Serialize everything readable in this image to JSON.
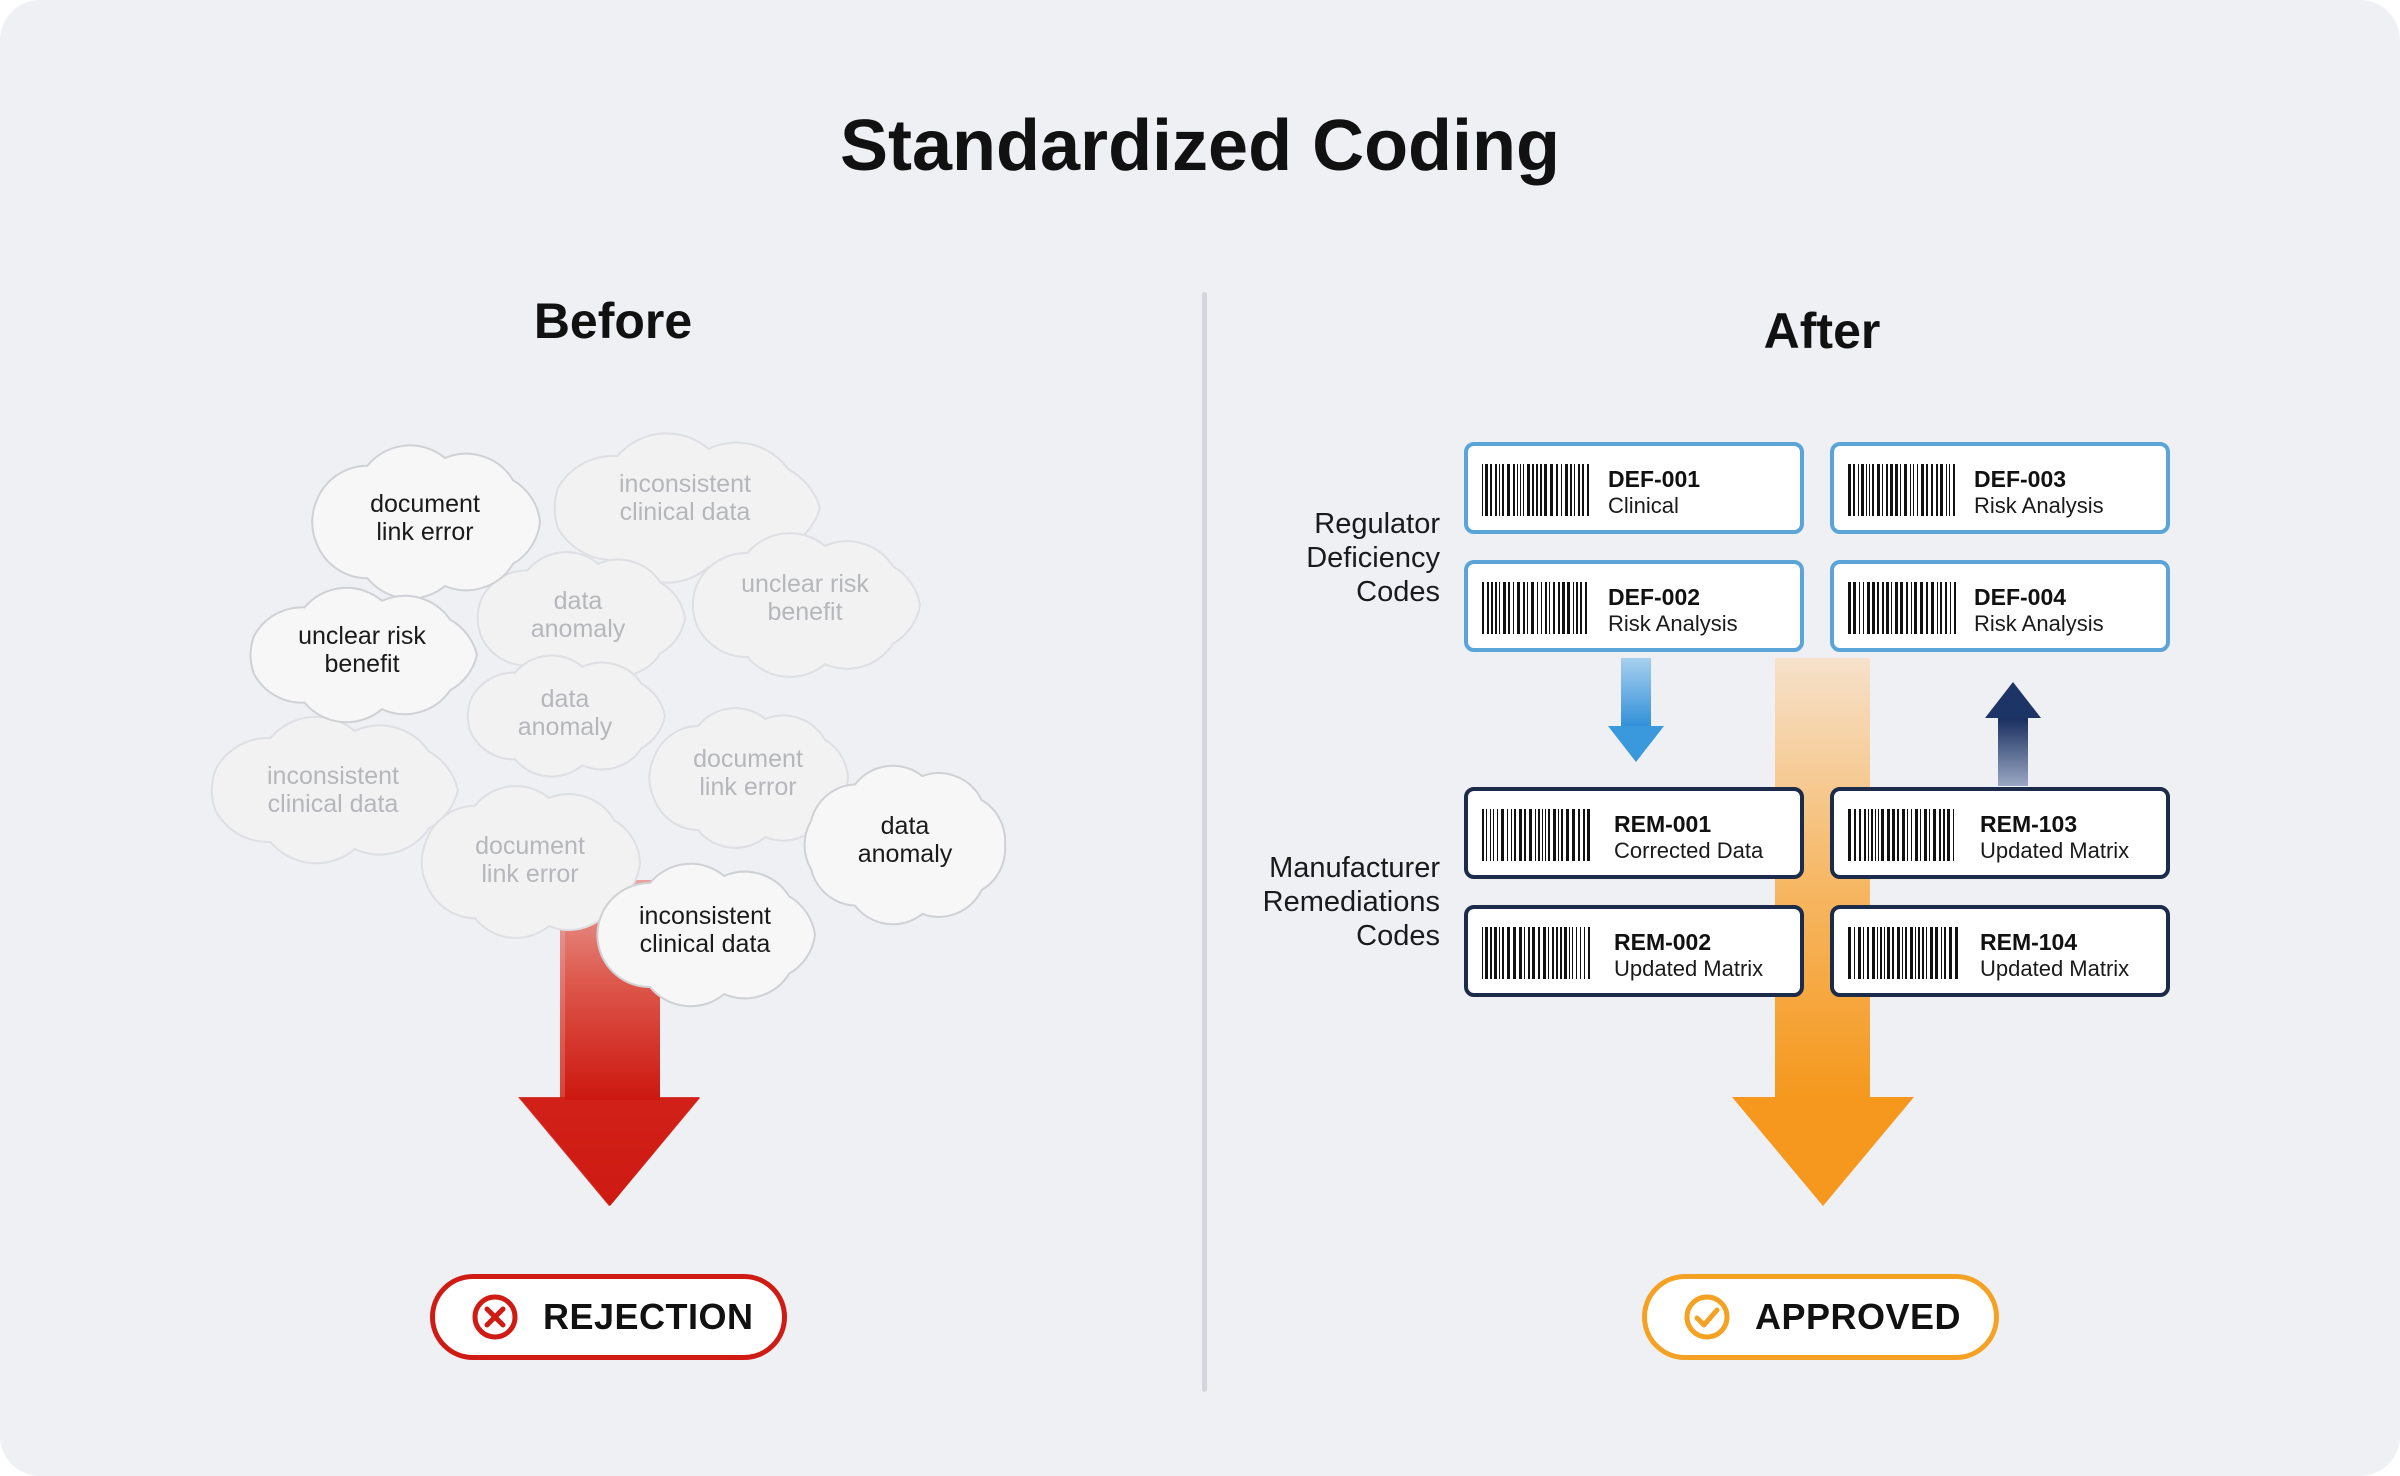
{
  "title": "Standardized Coding",
  "before": {
    "heading": "Before",
    "clouds": [
      {
        "lines": [
          "document",
          "link error"
        ],
        "style": "dark"
      },
      {
        "lines": [
          "inconsistent",
          "clinical data"
        ],
        "style": "faint"
      },
      {
        "lines": [
          "unclear risk",
          "benefit"
        ],
        "style": "dark"
      },
      {
        "lines": [
          "data",
          "anomaly"
        ],
        "style": "faint"
      },
      {
        "lines": [
          "unclear risk",
          "benefit"
        ],
        "style": "faint"
      },
      {
        "lines": [
          "data",
          "anomaly"
        ],
        "style": "faint"
      },
      {
        "lines": [
          "inconsistent",
          "clinical data"
        ],
        "style": "faint"
      },
      {
        "lines": [
          "document",
          "link error"
        ],
        "style": "faint"
      },
      {
        "lines": [
          "document",
          "link error"
        ],
        "style": "faint"
      },
      {
        "lines": [
          "data",
          "anomaly"
        ],
        "style": "dark"
      },
      {
        "lines": [
          "inconsistent",
          "clinical data"
        ],
        "style": "dark"
      }
    ],
    "result": "REJECTION",
    "result_icon": "x-circle-icon",
    "color": "#cf1b13"
  },
  "after": {
    "heading": "After",
    "regulator_label": [
      "Regulator",
      "Deficiency",
      "Codes"
    ],
    "manufacturer_label": [
      "Manufacturer",
      "Remediations",
      "Codes"
    ],
    "deficiency_codes": [
      {
        "code": "DEF-001",
        "desc": "Clinical"
      },
      {
        "code": "DEF-003",
        "desc": "Risk Analysis"
      },
      {
        "code": "DEF-002",
        "desc": "Risk Analysis"
      },
      {
        "code": "DEF-004",
        "desc": "Risk Analysis"
      }
    ],
    "remediation_codes": [
      {
        "code": "REM-001",
        "desc": "Corrected Data"
      },
      {
        "code": "REM-103",
        "desc": "Updated Matrix"
      },
      {
        "code": "REM-002",
        "desc": "Updated Matrix"
      },
      {
        "code": "REM-104",
        "desc": "Updated Matrix"
      }
    ],
    "result": "APPROVED",
    "result_icon": "check-circle-icon",
    "color": "#f5a123"
  },
  "colors": {
    "background": "#eff0f4",
    "deficiency_border": "#5aa4d8",
    "remediation_border": "#1c2b4a",
    "down_arrow_blue": "#3a98dc",
    "up_arrow_navy": "#1c3466",
    "rejection_red": "#cf1b13",
    "approved_orange": "#f5a123"
  }
}
